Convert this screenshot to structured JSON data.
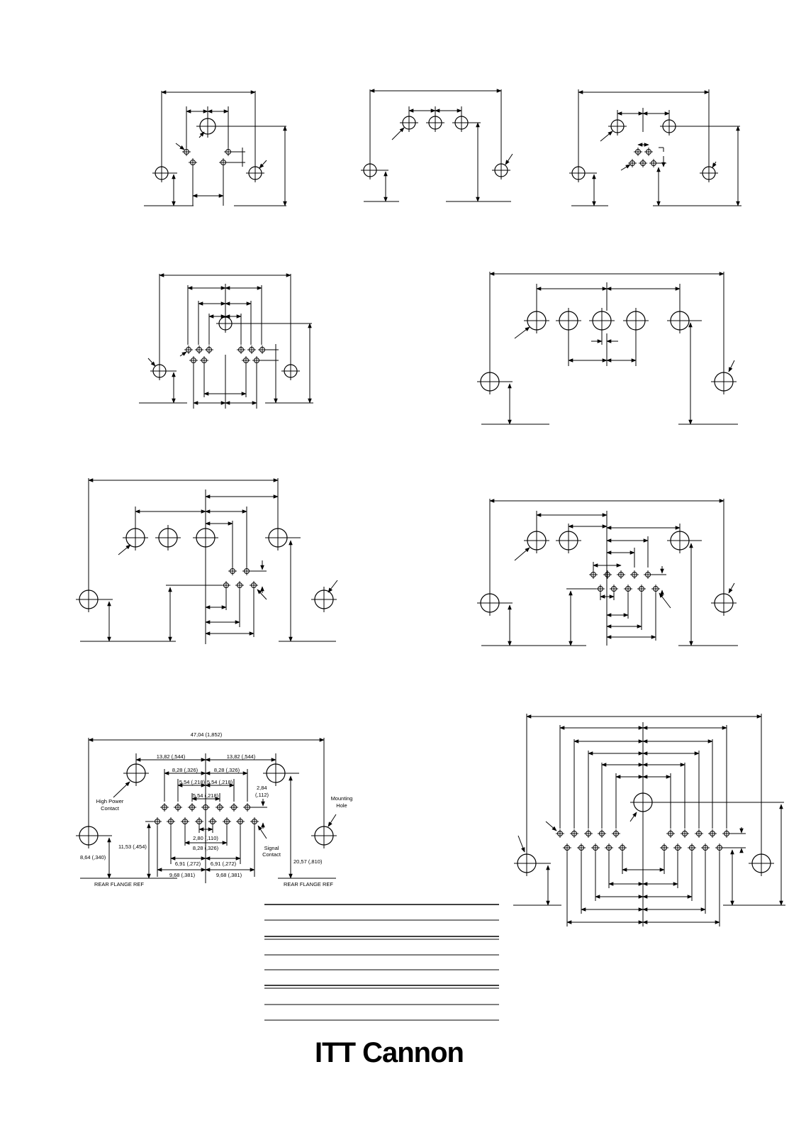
{
  "detail": {
    "overall_width": "47,04 (1,852)",
    "power_pitch_left": "13,82 (,544)",
    "power_pitch_right": "13,82 (,544)",
    "row1_outer_left": "8,28 (,326)",
    "row1_outer_right": "8,28 (,326)",
    "row1_mid_left": "5,54 (,218)",
    "row1_mid_right": "5,54 (,218)",
    "row1_inner": "5,54 (,218)",
    "row_offset": "2,84",
    "row_offset_in": "(,112)",
    "row2_pitch": "2,80 (,110)",
    "row2_span": "8,28 (,326)",
    "row2_half_left": "6,91 (,272)",
    "row2_half_right": "6,91 (,272)",
    "row2_outer_left": "9,68 (,381)",
    "row2_outer_right": "9,68 (,381)",
    "height_mount": "8,64 (,340)",
    "height_row2": "11,53 (,454)",
    "height_power": "20,57 (,810)",
    "label_high_power_1": "High Power",
    "label_high_power_2": "Contact",
    "label_signal_1": "Signal",
    "label_signal_2": "Contact",
    "label_mounting_1": "Mounting",
    "label_mounting_2": "Hole",
    "rear_flange_left": "REAR FLANGE REF",
    "rear_flange_right": "REAR FLANGE REF"
  },
  "footer": {
    "brand": "ITT Cannon"
  }
}
